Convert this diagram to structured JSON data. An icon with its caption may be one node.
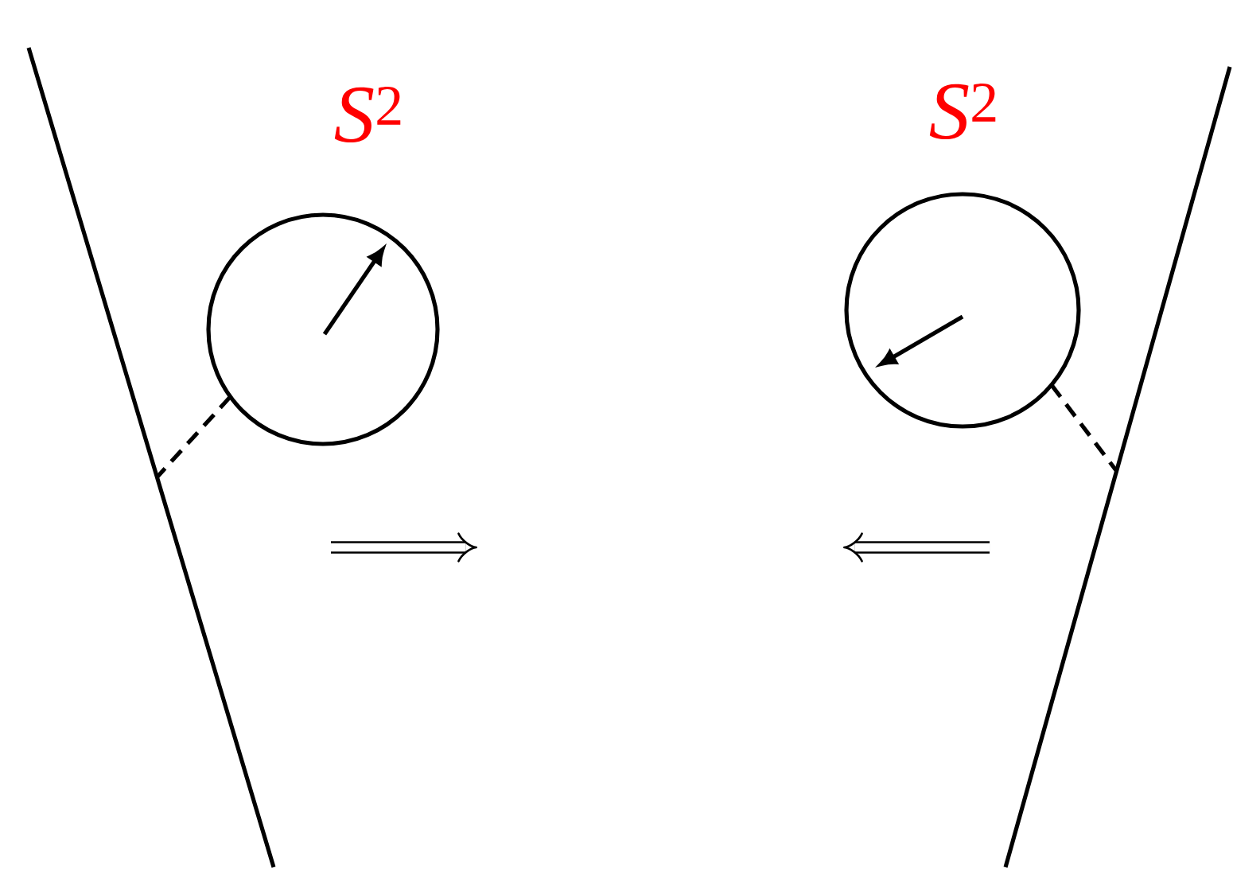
{
  "diagram": {
    "nodes": [
      {
        "text": [],
        "shape": "line"
      },
      {
        "text": [
          "*S*$^{2}$"
        ]
      },
      {
        "text": [
          "*S*$^{2}$"
        ]
      },
      {
        "text": [],
        "shape": "line"
      }
    ],
    "edges": [
      {
        "from": 1,
        "to": 0,
        "arrow": "none",
        "style": "dashed"
      },
      {
        "from": 2,
        "to": 3,
        "arrow": "none",
        "style": "dashed"
      }
    ]
  }
}
